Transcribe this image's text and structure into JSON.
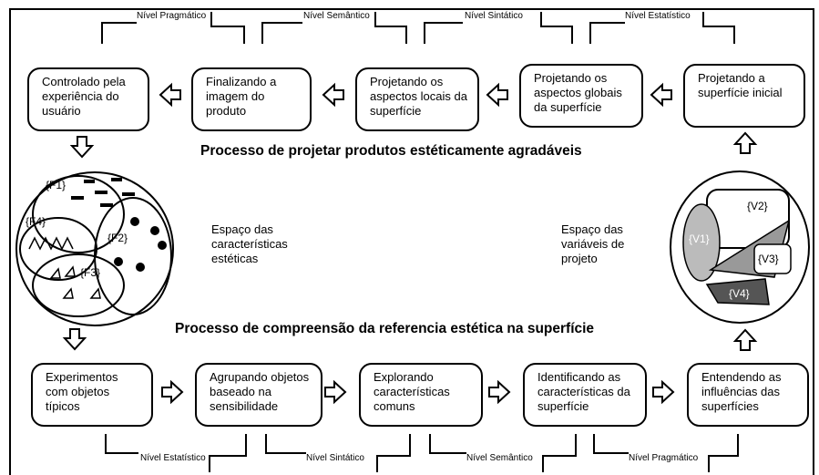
{
  "top_levels": [
    "Nível Pragmático",
    "Nível Semântico",
    "Nível Sintático",
    "Nível Estatístico"
  ],
  "top_boxes": [
    "Controlado pela experiência do usuário",
    "Finalizando a imagem do produto",
    "Projetando os aspectos locais da superfície",
    "Projetando os aspectos globais da superfície",
    "Projetando a superfície inicial"
  ],
  "title_top": "Processo de projetar produtos estéticamente agradáveis",
  "left_label": "Espaço das características estéticas",
  "right_label": "Espaço das variáveis de projeto",
  "title_bottom": "Processo de compreensão da referencia estética na superfície",
  "bottom_boxes": [
    "Experimentos com objetos típicos",
    "Agrupando objetos baseado na sensibilidade",
    "Explorando características comuns",
    "Identificando as características da superfície",
    "Entendendo as influências das superfícies"
  ],
  "bottom_levels": [
    "Nível Estatístico",
    "Nível Sintático",
    "Nível Semântico",
    "Nível Pragmático"
  ],
  "left_space": {
    "f1": "{F1}",
    "f2": "{F2}",
    "f3": "{F3}",
    "f4": "{F4}"
  },
  "right_space": {
    "v1": "{V1}",
    "v2": "{V2}",
    "v3": "{V3}",
    "v4": "{V4}"
  }
}
